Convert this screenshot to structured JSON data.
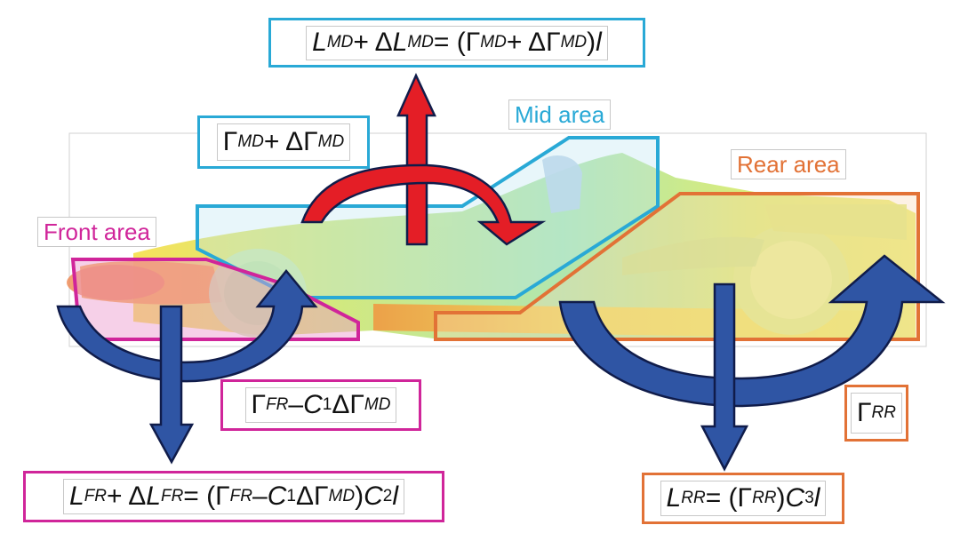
{
  "colors": {
    "front": "#d0259a",
    "mid": "#29a9d6",
    "rear": "#e27236",
    "red_arrow": "#e41e26",
    "blue_arrow": "#2f55a4",
    "arrow_outline": "#101c4a"
  },
  "labels": {
    "front_area": "Front area",
    "mid_area": "Mid area",
    "rear_area": "Rear area"
  },
  "equations": {
    "mid_lift": {
      "L": "L",
      "L_sub": "MD",
      "plus": " + Δ",
      "dL": "L",
      "dL_sub": "MD",
      "eq_open": " = (Γ",
      "g_sub": "MD",
      "plus2": " + ΔΓ",
      "dg_sub": "MD",
      "close": ")",
      "l": "l"
    },
    "mid_circ": {
      "g": "Γ",
      "g_sub": "MD",
      "plus": " + ΔΓ",
      "dg_sub": "MD"
    },
    "front_circ": {
      "g": "Γ",
      "g_sub": "FR",
      "minus": " – ",
      "c": "C",
      "c_sub": "1",
      "dg": "ΔΓ",
      "dg_sub": "MD"
    },
    "front_lift": {
      "L": "L",
      "L_sub": "FR",
      "plus": " + Δ",
      "dL": "L",
      "dL_sub": "FR",
      "eq_open": " = (Γ",
      "g_sub": "FR",
      "minus": " – ",
      "c": "C",
      "c_sub": "1",
      "dg": "ΔΓ",
      "dg_sub": "MD",
      "close": ")",
      "c2": "C",
      "c2_sub": "2",
      "l": "l"
    },
    "rear_circ": {
      "g": "Γ",
      "g_sub": "RR"
    },
    "rear_lift": {
      "L": "L",
      "L_sub": "RR",
      "eq_open": " = (Γ",
      "g_sub": "RR",
      "close": ")",
      "c3": "C",
      "c3_sub": "3",
      "l": "l"
    }
  }
}
